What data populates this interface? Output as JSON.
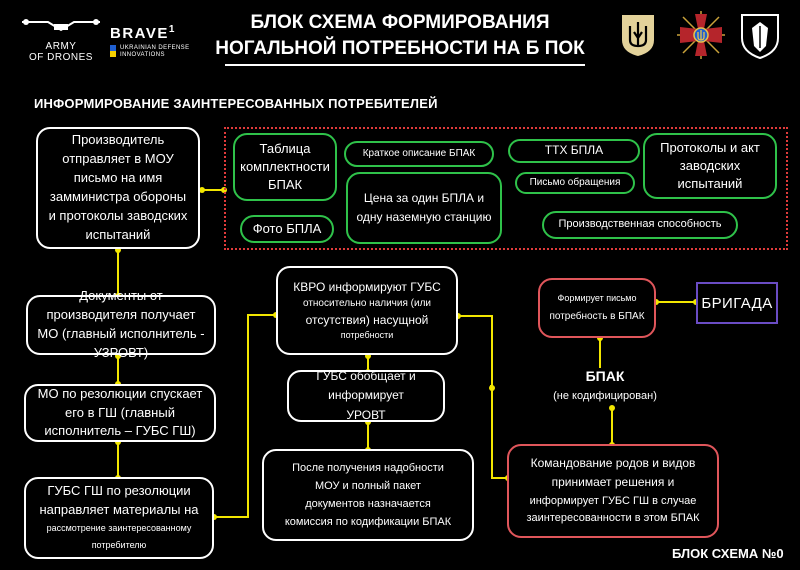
{
  "header": {
    "title_line1": "БЛОК СХЕМА ФОРМИРОВАНИЯ",
    "title_line2": "НОГАЛЬНОЙ ПОТРЕБНОСТИ НА Б ПОК",
    "logo_army_line1": "ARMY",
    "logo_army_line2": "OF DRONES",
    "logo_brave": "BRAVE",
    "logo_brave_sup": "1",
    "logo_brave_sub1": "UKRAINIAN DEFENSE",
    "logo_brave_sub2": "INNOVATIONS"
  },
  "section_title": "ИНФОРМИРОВАНИЕ ЗАИНТЕРЕСОВАННЫХ ПОТРЕБИТЕЛЕЙ",
  "left_column": {
    "box1": "Производитель отправляет в МОУ письмо на имя замминистра обороны и протоколы заводских испытаний",
    "box2": "Документы от производителя получает МО (главный исполнитель - УЗРОВТ)",
    "box3": "МО по резолюции спускает его в ГШ (главный исполнитель – ГУБС ГШ)",
    "box4_main": "ГУБС ГШ по резолюции направляет материалы на",
    "box4_small": "рассмотрение заинтересованному потребителю"
  },
  "documents": {
    "table": "Таблица комплектности БПАК",
    "short_desc": "Краткое описание БПАК",
    "tth": "ТТХ БПЛА",
    "protocols": "Протоколы и акт заводских испытаний",
    "letter": "Письмо обращения",
    "price": "Цена за один БПЛА и одну наземную станцию",
    "photo": "Фото БПЛА",
    "capacity": "Производственная способность"
  },
  "middle_column": {
    "kvro_line1": "КВРО информируют ГУБС",
    "kvro_line2": "относительно наличия (или",
    "kvro_line3": "отсутствия) насущной",
    "kvro_line4": "потребности",
    "gubs": "ГУБС обобщает и информирует УРОВТ",
    "commission_line1": "После получения надобности",
    "commission_line2": "МОУ и полный пакет",
    "commission_line3": "документов назначается",
    "commission_line4": "комиссия по кодификации БПАК"
  },
  "right_column": {
    "request_line1": "Формирует письмо",
    "request_line2": "потребность в БПАК",
    "brigada": "БРИГАДА",
    "bpak": "БПАК",
    "bpak_sub": "(не кодифицирован)",
    "command_line1": "Командование родов и видов",
    "command_line2": "принимает решения и",
    "command_line3": "информирует ГУБС ГШ в случае",
    "command_line4": "заинтересованности в этом БПАК"
  },
  "footer": "БЛОК СХЕМА №0",
  "colors": {
    "background": "#000000",
    "connector": "#f2e600",
    "green_border": "#2fc24a",
    "red_border": "#e0565b",
    "dotted_frame": "#e03b3b",
    "brigada_border": "#6a4cc4",
    "ua_blue": "#1f5fd0",
    "ua_yellow": "#f5d000"
  }
}
